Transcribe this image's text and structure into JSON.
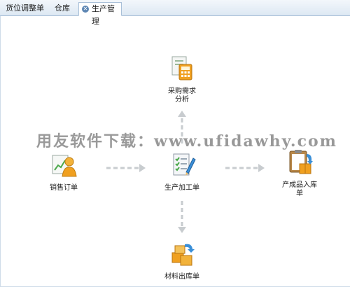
{
  "tabs": [
    {
      "label": "货位调整单"
    },
    {
      "label": "仓库"
    },
    {
      "label": "生产管理",
      "active": true
    }
  ],
  "nodes": {
    "purchase_demand": {
      "label": "采购需求分析",
      "icon": "calculator-clipboard-icon"
    },
    "sales_order": {
      "label": "销售订单",
      "icon": "person-chart-icon"
    },
    "production": {
      "label": "生产加工单",
      "icon": "checklist-pencil-icon"
    },
    "finished_goods": {
      "label": "产成品入库单",
      "icon": "clipboard-boxes-icon"
    },
    "material_out": {
      "label": "材料出库单",
      "icon": "boxes-out-icon"
    }
  },
  "watermark": "用友软件下载：www.ufidawhy.com",
  "colors": {
    "tab_bar": "#dde8f3",
    "arrow": "#c8cccf",
    "accent_orange": "#f0a020",
    "accent_blue": "#3a8fd8",
    "accent_green": "#4aa84a"
  }
}
